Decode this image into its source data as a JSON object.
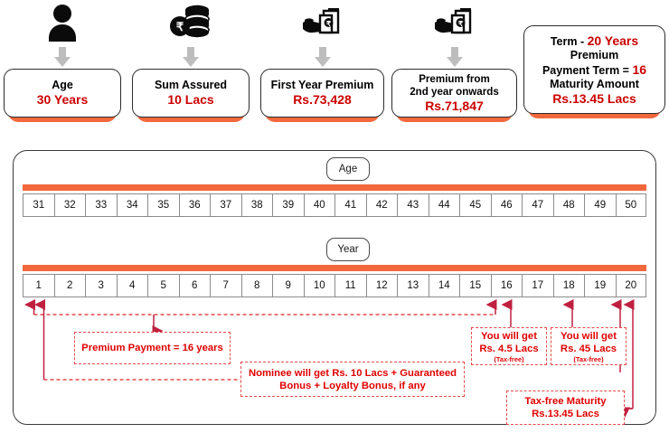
{
  "top_cards": [
    {
      "icon": "person-icon",
      "lines": [
        {
          "text": "Age",
          "style": "black"
        },
        {
          "text": "30 Years",
          "style": "red"
        }
      ]
    },
    {
      "icon": "coins-rupee-icon",
      "lines": [
        {
          "text": "Sum Assured",
          "style": "black"
        },
        {
          "text": "10 Lacs",
          "style": "red"
        }
      ]
    },
    {
      "icon": "hand-cash-icon",
      "lines": [
        {
          "text": "First Year Premium",
          "style": "black"
        },
        {
          "text": "Rs.73,428",
          "style": "red"
        }
      ]
    },
    {
      "icon": "hand-cash-icon",
      "lines": [
        {
          "text": "Premium from",
          "style": "black-small"
        },
        {
          "text": "2nd year onwards",
          "style": "black-small"
        },
        {
          "text": "Rs.71,847",
          "style": "red"
        }
      ]
    },
    {
      "icon": "none",
      "lines": [
        {
          "key": "Term  - ",
          "value": "20 Years",
          "style": "mixed"
        },
        {
          "text": "Premium",
          "style": "black"
        },
        {
          "key": "Payment Term = ",
          "value": "16",
          "style": "mixed"
        },
        {
          "text": "Maturity Amount",
          "style": "black"
        },
        {
          "text": "Rs.13.45 Lacs",
          "style": "red"
        }
      ]
    }
  ],
  "timeline": {
    "age_label": "Age",
    "year_label": "Year",
    "age_values": [
      "31",
      "32",
      "33",
      "34",
      "35",
      "36",
      "37",
      "38",
      "39",
      "40",
      "41",
      "42",
      "43",
      "44",
      "45",
      "46",
      "47",
      "48",
      "49",
      "50"
    ],
    "year_values": [
      "1",
      "2",
      "3",
      "4",
      "5",
      "6",
      "7",
      "8",
      "9",
      "10",
      "11",
      "12",
      "13",
      "14",
      "15",
      "16",
      "17",
      "18",
      "19",
      "20"
    ],
    "bar_color": "#f2683c"
  },
  "notes": {
    "premium_payment": {
      "line1": "Premium Payment = 16 years"
    },
    "nominee": {
      "line1": "Nominee will get Rs. 10 Lacs + Guaranteed",
      "line2": "Bonus + Loyalty Bonus, if any"
    },
    "payout_16": {
      "line1": "You will get",
      "line2": "Rs. 4.5 Lacs",
      "tiny": "(Tax-free)"
    },
    "payout_18": {
      "line1": "You will get",
      "line2": "Rs. 45 Lacs",
      "tiny": "(Tax-free)"
    },
    "maturity": {
      "line1": "Tax-free Maturity",
      "line2": "Rs.13.45 Lacs"
    }
  },
  "colors": {
    "orange": "#f2683c",
    "red_text": "#cc0000",
    "note_red": "#e24a4a",
    "card_border": "#2b2b2b"
  }
}
